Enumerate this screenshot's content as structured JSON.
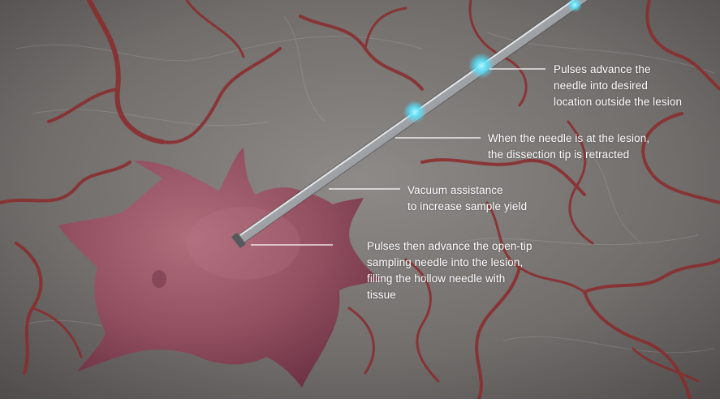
{
  "figure": {
    "background_color": "#6f6b69",
    "vessel_color": "#8b2a2c",
    "lesion_color": "#9a5563",
    "needle_color": "#b9bcbf",
    "pulse_color": "#53e3ff",
    "callout_line_color": "#ffffff"
  },
  "callouts": [
    {
      "id": "advance-outside",
      "lines": [
        "Pulses advance the",
        "needle into desired",
        "location outside the lesion"
      ]
    },
    {
      "id": "tip-retracted",
      "lines": [
        "When the needle is at the lesion,",
        "the dissection tip is retracted"
      ]
    },
    {
      "id": "vacuum",
      "lines": [
        "Vacuum assistance",
        "to increase sample yield"
      ]
    },
    {
      "id": "advance-into-lesion",
      "lines": [
        "Pulses then advance the open-tip",
        "sampling needle into the lesion,",
        "filling the hollow needle with",
        "tissue"
      ]
    }
  ]
}
